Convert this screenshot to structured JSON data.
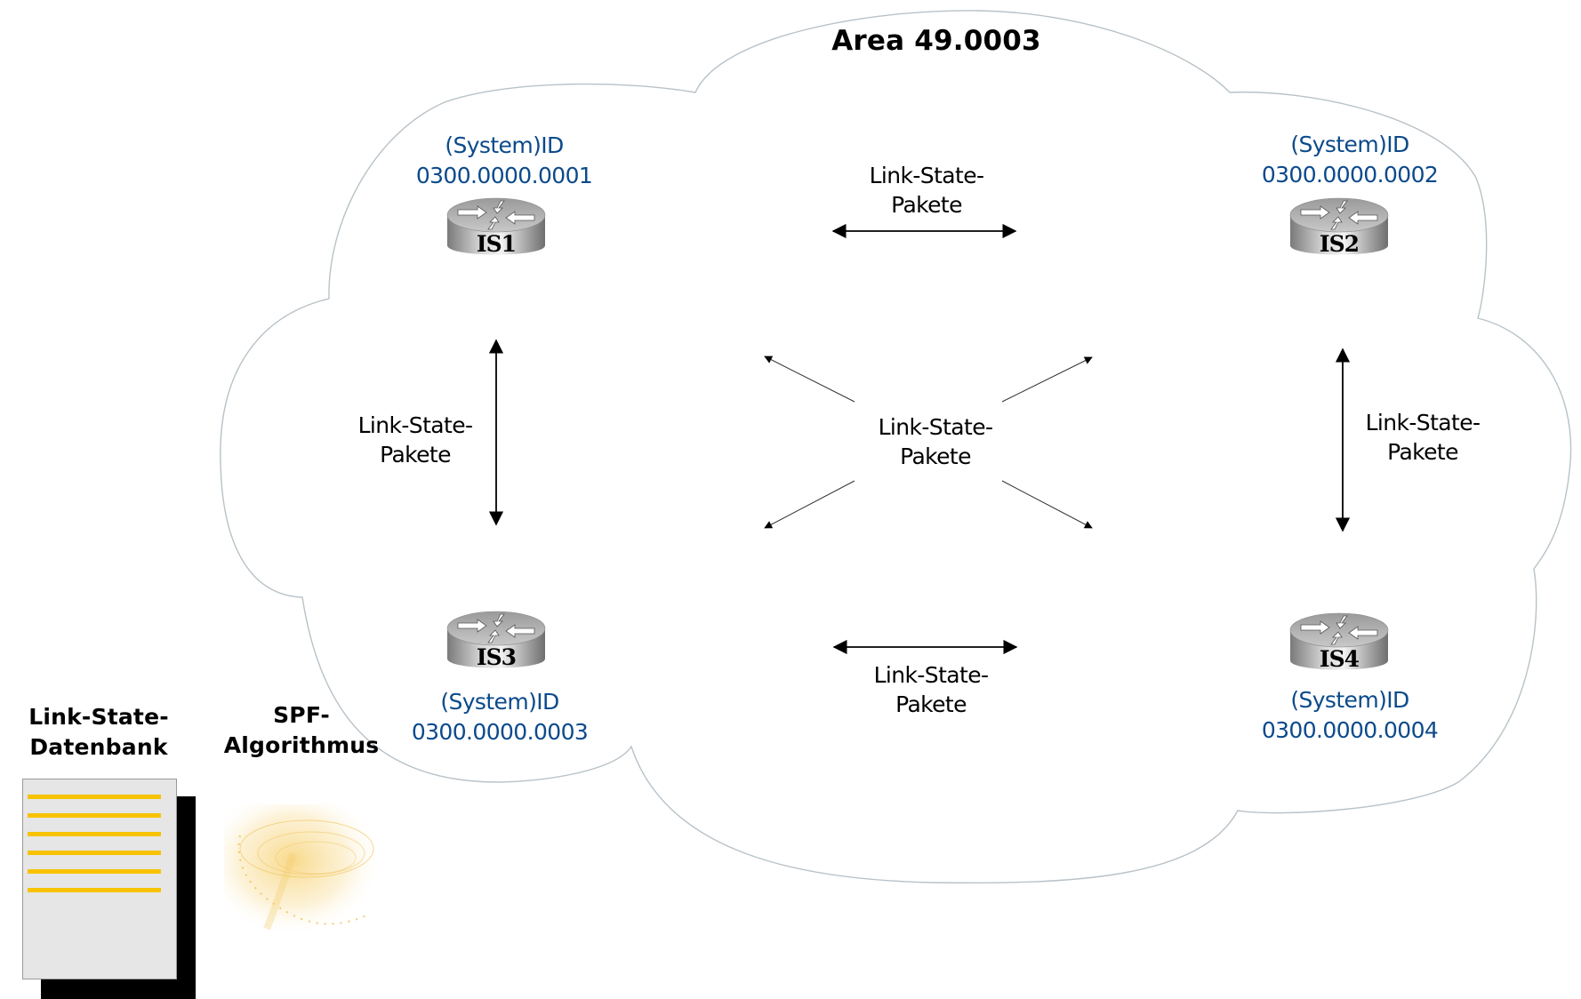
{
  "area": {
    "title": "Area 49.0003"
  },
  "routers": [
    {
      "name": "IS1",
      "id_label": "(System)ID",
      "system_id": "0300.0000.0001"
    },
    {
      "name": "IS2",
      "id_label": "(System)ID",
      "system_id": "0300.0000.0002"
    },
    {
      "name": "IS3",
      "id_label": "(System)ID",
      "system_id": "0300.0000.0003"
    },
    {
      "name": "IS4",
      "id_label": "(System)ID",
      "system_id": "0300.0000.0004"
    }
  ],
  "links": {
    "top": {
      "line1": "Link-State-",
      "line2": "Pakete",
      "from": "IS1",
      "to": "IS2"
    },
    "bottom": {
      "line1": "Link-State-",
      "line2": "Pakete",
      "from": "IS3",
      "to": "IS4"
    },
    "left": {
      "line1": "Link-State-",
      "line2": "Pakete",
      "from": "IS1",
      "to": "IS3"
    },
    "right": {
      "line1": "Link-State-",
      "line2": "Pakete",
      "from": "IS2",
      "to": "IS4"
    },
    "center": {
      "line1": "Link-State-",
      "line2": "Pakete",
      "note": "flooded to all routers"
    }
  },
  "legend": {
    "database": {
      "line1": "Link-State-",
      "line2": "Datenbank",
      "icon": "document-icon"
    },
    "spf": {
      "line1": "SPF-",
      "line2": "Algorithmus",
      "icon": "swirl-icon"
    }
  },
  "colors": {
    "system_id_text": "#0b4a8b",
    "cloud_outline": "#b8c2c8",
    "document_lines": "#f7c300",
    "document_fill": "#e6e6e6"
  }
}
